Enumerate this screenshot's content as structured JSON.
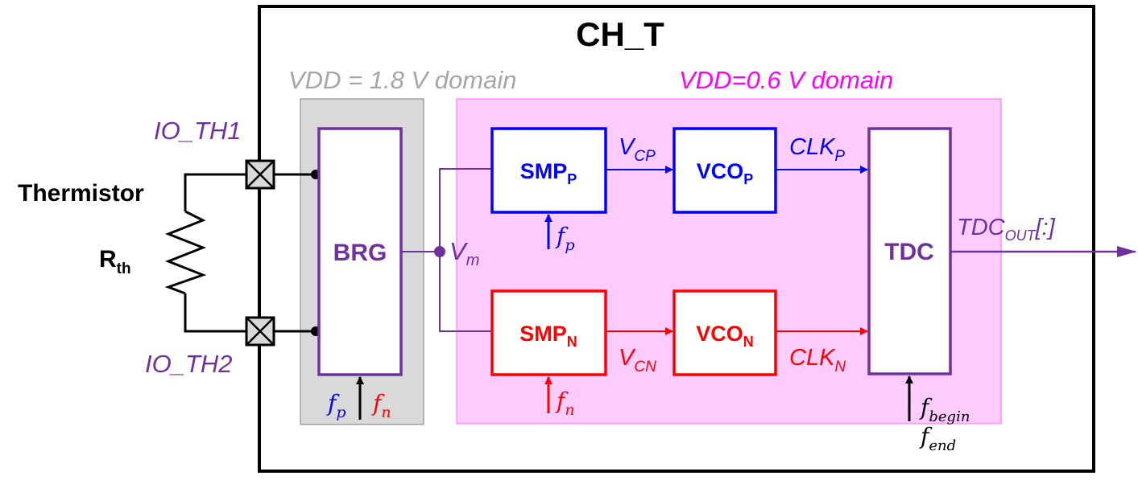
{
  "title": "CH_T",
  "domains": {
    "hv": "VDD = 1.8 V domain",
    "lv": "VDD=0.6 V domain"
  },
  "io": {
    "th1": "IO_TH1",
    "th2": "IO_TH2"
  },
  "thermistor": {
    "label": "Thermistor",
    "r_main": "R",
    "r_sub": "th"
  },
  "blocks": {
    "brg": "BRG",
    "smp_p": {
      "main": "SMP",
      "sub": "P"
    },
    "smp_n": {
      "main": "SMP",
      "sub": "N"
    },
    "vco_p": {
      "main": "VCO",
      "sub": "P"
    },
    "vco_n": {
      "main": "VCO",
      "sub": "N"
    },
    "tdc": "TDC"
  },
  "signals": {
    "vm": {
      "main": "V",
      "sub": "m"
    },
    "vcp": {
      "main": "V",
      "sub": "CP"
    },
    "vcn": {
      "main": "V",
      "sub": "CN"
    },
    "clkp": {
      "main": "CLK",
      "sub": "P"
    },
    "clkn": {
      "main": "CLK",
      "sub": "N"
    },
    "tdc_out": {
      "main": "TDC",
      "sub": "OUT",
      "suffix": "[:]"
    },
    "fp_smp": {
      "main": "f",
      "sub": "p"
    },
    "fn_smp": {
      "main": "f",
      "sub": "n"
    },
    "fp_brg": {
      "main": "f",
      "sub": "p"
    },
    "fn_brg": {
      "main": "f",
      "sub": "n"
    },
    "fbegin": {
      "main": "f",
      "sub": "begin"
    },
    "fend": {
      "main": "f",
      "sub": "end"
    }
  },
  "colors": {
    "purple": "#7030a0",
    "blue": "#0000ff",
    "red": "#ff0000",
    "magenta": "#ff00ff",
    "gray_text": "#a6a6a6",
    "gray_fill": "#d9d9d9",
    "pink_fill": "#ffccff"
  }
}
